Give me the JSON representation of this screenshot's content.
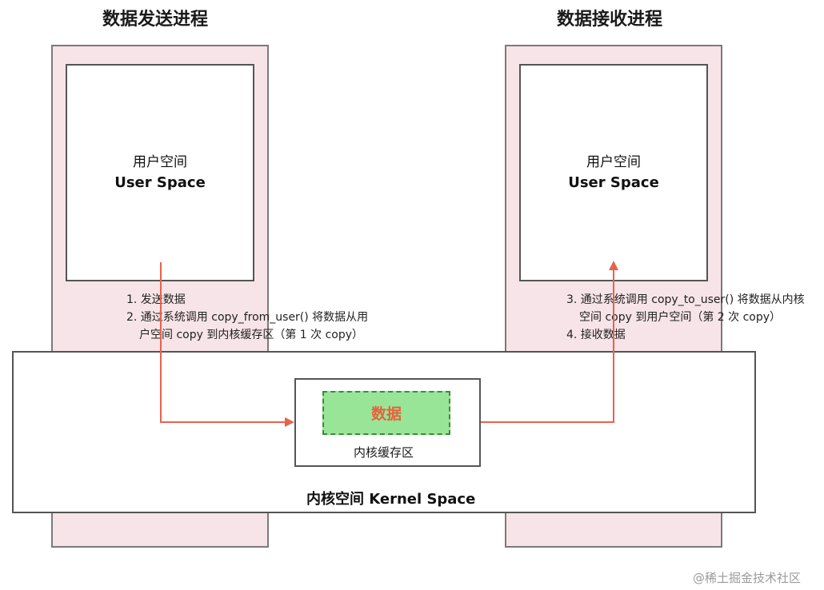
{
  "sender": {
    "title": "数据发送进程",
    "user_space_zh": "用户空间",
    "user_space_en": "User Space",
    "steps": [
      "1. 发送数据",
      "2. 通过系统调用 copy_from_user() 将数据从用",
      "户空间 copy 到内核缓存区（第 1 次 copy）"
    ]
  },
  "receiver": {
    "title": "数据接收进程",
    "user_space_zh": "用户空间",
    "user_space_en": "User Space",
    "steps": [
      "3. 通过系统调用 copy_to_user() 将数据从内核",
      "空间 copy 到用户空间（第 2 次 copy）",
      "4. 接收数据"
    ]
  },
  "kernel": {
    "data_label": "数据",
    "buffer_label": "内核缓存区",
    "space_label": "内核空间 Kernel Space"
  },
  "watermark": "@稀土掘金技术社区",
  "colors": {
    "process_fill": "#f6e4e8",
    "data_fill": "#98e598",
    "arrow": "#e8624a",
    "data_text": "#e8603c"
  }
}
